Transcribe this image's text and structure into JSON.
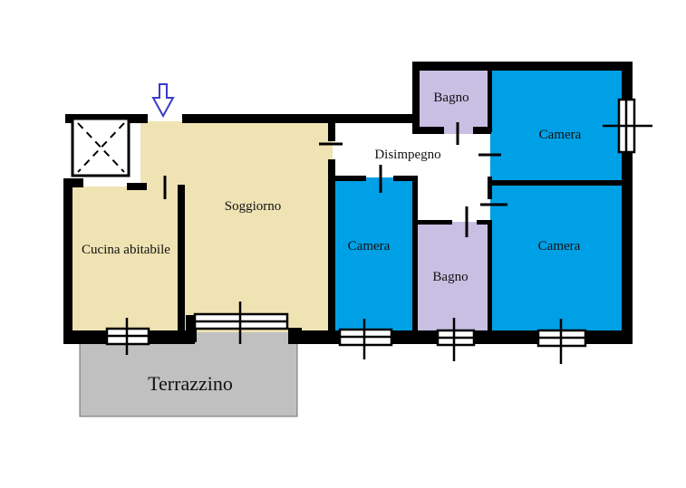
{
  "rooms": {
    "soggiorno": "Soggiorno",
    "cucina": "Cucina abitabile",
    "disimpegno": "Disimpegno",
    "bagno_top": "Bagno",
    "bagno_bottom": "Bagno",
    "camera_left": "Camera",
    "camera_top_right": "Camera",
    "camera_bottom_right": "Camera",
    "terrazzino": "Terrazzino"
  },
  "colors": {
    "living": "#efe3b4",
    "bedroom": "#00a0e6",
    "bathroom": "#c8bfe3",
    "terrace": "#c0c0c0",
    "wall": "#000000",
    "entrance_arrow": "#3a3ac8"
  },
  "icons": [
    "entrance-arrow-icon",
    "stairwell-icon",
    "window-icon",
    "door-icon"
  ]
}
